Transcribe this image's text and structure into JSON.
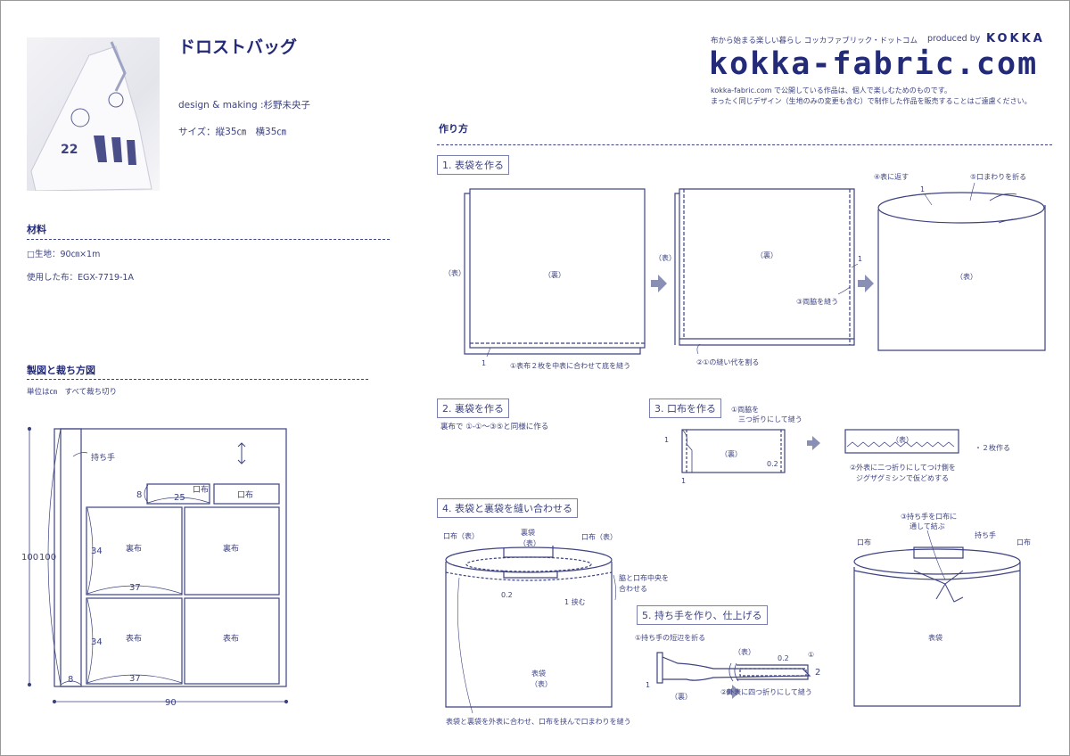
{
  "title": "ドロストバッグ",
  "designer": "design & making :杉野未央子",
  "size": "サイズ：縦35㎝　横35㎝",
  "photo_number": "22",
  "materials": {
    "heading": "材料",
    "fabric": "□生地：90㎝×1m",
    "used_fabric": "使用した布：EGX-7719-1A"
  },
  "cutting": {
    "heading": "製図と裁ち方図",
    "note": "単位は㎝　すべて裁ち切り",
    "handle": "持ち手",
    "kuchinuno": "口布",
    "uranuno": "裏布",
    "omotenuno": "表布",
    "dims": {
      "h100a": "100",
      "h100b": "100",
      "w90": "90",
      "w8": "8",
      "h8": "8",
      "w25": "25",
      "h34": "34",
      "w37": "37"
    }
  },
  "header": {
    "tagline": "布から始まる楽しい暮らし コッカファブリック・ドットコム",
    "produced_by": "produced by",
    "brand": "KOKKA",
    "logo": "kokka-fabric.com",
    "notice1": "kokka-fabric.com で公開している作品は、個人で楽しむためのものです。",
    "notice2": "まったく同じデザイン（生地のみの変更も含む）で制作した作品を販売することはご遠慮ください。"
  },
  "howto": {
    "heading": "作り方",
    "step1": {
      "label": "1. 表袋を作る",
      "omote": "（表）",
      "ura": "（裏）",
      "one": "1",
      "note1": "①表布２枚を中表に合わせて底を縫う",
      "note2": "②①の縫い代を割る",
      "note3": "③両脇を縫う",
      "note4": "④表に返す",
      "note5": "⑤口まわりを折る"
    },
    "step2": {
      "label": "2. 裏袋を作る",
      "note": "裏布で ①-①～③⑤と同様に作る"
    },
    "step3": {
      "label": "3. 口布を作る",
      "note1a": "①両脇を",
      "note1b": "三つ折りにして縫う",
      "ura": "（裏）",
      "omote": "（表）",
      "d02": "0.2",
      "one": "1",
      "count": "・２枚作る",
      "note2a": "②外表に二つ折りにしてつけ側を",
      "note2b": "ジグザグミシンで仮どめする"
    },
    "step4": {
      "label": "4. 表袋と裏袋を縫い合わせる",
      "kuchi_omote": "口布（表）",
      "urabukuro_a": "裏袋",
      "urabukuro_b": "（表）",
      "align_a": "脇と口布中央を",
      "align_b": "合わせる",
      "d02": "0.2",
      "hasamu": "1 挟む",
      "omotebukuro_a": "表袋",
      "omotebukuro_b": "（表）",
      "note": "表袋と裏袋を外表に合わせ、口布を挟んで口まわりを縫う"
    },
    "step5": {
      "label": "5. 持ち手を作り、仕上げる",
      "note1": "①持ち手の短辺を折る",
      "omote": "（表）",
      "ura": "（裏）",
      "d02": "0.2",
      "circ1": "①",
      "two": "2",
      "one": "1",
      "note2": "②外表に四つ折りにして縫う",
      "note3a": "③持ち手を口布に",
      "note3b": "通して結ぶ",
      "handle": "持ち手",
      "kuchinuno": "口布",
      "omotebukuro": "表袋"
    }
  }
}
